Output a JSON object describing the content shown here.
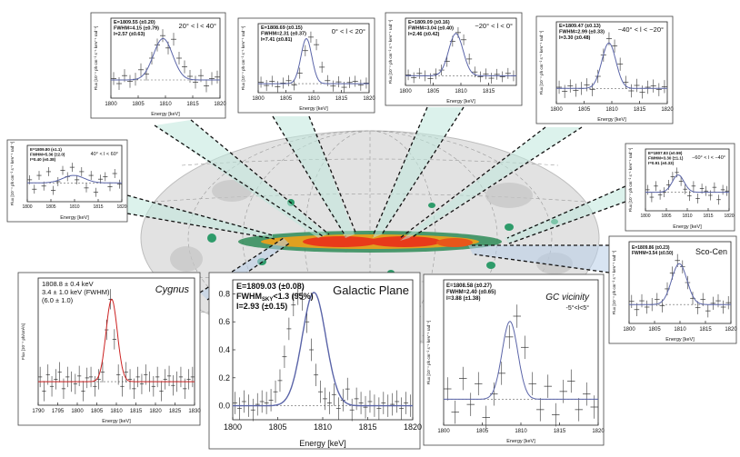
{
  "chart_data": [
    {
      "type": "line",
      "id": "p_20_40",
      "annotation": {
        "lines": [
          "E=1809.55 (±0.20)",
          "FWHM=4.15 (±0.79)",
          "I=2.57 (±0.63)"
        ],
        "range": "20° < l < 40°"
      },
      "xlabel": "Energy [keV]",
      "ylabel": "Flux [10⁻⁴ ph cm⁻² s⁻¹ keV⁻¹ rad⁻¹]",
      "xlim": [
        1800,
        1820
      ],
      "ylim": [
        -0.25,
        0.85
      ],
      "xticks": [
        1800,
        1805,
        1810,
        1815,
        1820
      ],
      "peak": {
        "center": 1809.55,
        "fwhm": 4.15,
        "amp": 0.57
      },
      "measurements": [
        0.02,
        -0.05,
        0.06,
        -0.02,
        0.01,
        0.14,
        0.08,
        0.3,
        0.48,
        0.61,
        0.44,
        0.56,
        0.3,
        0.18,
        0.05,
        -0.03,
        0.06,
        -0.08,
        0.02,
        0.04
      ]
    },
    {
      "type": "line",
      "id": "p_0_20",
      "annotation": {
        "lines": [
          "E=1808.69 (±0.15)",
          "FWHM=2.31 (±0.37)",
          "I=7.41 (±0.81)"
        ],
        "range": "0° < l < 20°"
      },
      "xlabel": "Energy [keV]",
      "ylabel": "Flux [10⁻⁴ ph cm⁻² s⁻¹ keV⁻¹ rad⁻¹]",
      "xlim": [
        1800,
        1820
      ],
      "ylim": [
        -0.3,
        2.0
      ],
      "xticks": [
        1800,
        1805,
        1810,
        1815,
        1820
      ],
      "peak": {
        "center": 1808.69,
        "fwhm": 2.31,
        "amp": 1.5
      },
      "measurements": [
        0.05,
        -0.06,
        0.08,
        -0.1,
        0.02,
        0.1,
        -0.04,
        0.35,
        1.1,
        1.55,
        1.3,
        0.55,
        0.1,
        -0.08,
        0.06,
        -0.12,
        0.04,
        0.08,
        -0.05,
        0.02
      ]
    },
    {
      "type": "line",
      "id": "p_m20_0",
      "annotation": {
        "lines": [
          "E=1809.09 (±0.16)",
          "FWHM=3.04 (±0.40)",
          "I=2.46 (±0.42)"
        ],
        "range": "−20° < l < 0°"
      },
      "xlabel": "Energy [keV]",
      "ylabel": "Flux [10⁻⁴ ph cm⁻² s⁻¹ keV⁻¹ rad⁻¹]",
      "xlim": [
        1800,
        1820
      ],
      "ylim": [
        -0.2,
        1.2
      ],
      "xticks": [
        1800,
        1805,
        1810,
        1815
      ],
      "peak": {
        "center": 1809.09,
        "fwhm": 3.04,
        "amp": 0.88
      },
      "measurements": [
        0.02,
        -0.04,
        0.05,
        0.0,
        -0.06,
        0.04,
        0.12,
        0.3,
        0.72,
        0.9,
        0.75,
        0.35,
        0.08,
        -0.02,
        0.04,
        -0.05,
        0.03,
        -0.02,
        0.05,
        0.0
      ]
    },
    {
      "type": "line",
      "id": "p_m40_m20",
      "annotation": {
        "lines": [
          "E=1809.47 (±0.13)",
          "FWHM=2.99 (±0.33)",
          "I=3.30 (±0.48)"
        ],
        "range": "−40° < l < −20°"
      },
      "xlabel": "Energy [keV]",
      "ylabel": "Flux [10⁻⁴ ph cm⁻² s⁻¹ keV⁻¹ rad⁻¹]",
      "xlim": [
        1800,
        1820
      ],
      "ylim": [
        -0.25,
        1.1
      ],
      "xticks": [
        1800,
        1805,
        1810,
        1815,
        1820
      ],
      "peak": {
        "center": 1809.47,
        "fwhm": 2.99,
        "amp": 0.75
      },
      "measurements": [
        0.02,
        -0.05,
        0.04,
        -0.03,
        0.0,
        0.06,
        -0.02,
        0.2,
        0.55,
        0.82,
        0.7,
        0.4,
        0.1,
        -0.04,
        0.05,
        -0.06,
        0.02,
        0.04,
        -0.02,
        0.03
      ]
    },
    {
      "type": "line",
      "id": "p_40_60",
      "annotation": {
        "lines": [
          "E=1809.80 (±1.1)",
          "FWHM=5.36 (±2.0)",
          "I=0.40 (±0.38)"
        ],
        "range": "40° < l < 60°"
      },
      "xlabel": "Energy [keV]",
      "ylabel": "Flux [10⁻⁴ ph cm⁻² s⁻¹ keV⁻¹ rad⁻¹]",
      "xlim": [
        1800,
        1820
      ],
      "ylim": [
        -0.3,
        0.6
      ],
      "xticks": [
        1800,
        1805,
        1810,
        1815,
        1820
      ],
      "peak": {
        "center": 1809.8,
        "fwhm": 5.36,
        "amp": 0.12
      },
      "measurements": [
        0.05,
        -0.1,
        0.12,
        -0.05,
        0.18,
        -0.12,
        0.02,
        0.2,
        0.1,
        0.25,
        0.05,
        0.18,
        -0.08,
        0.12,
        -0.15,
        0.06,
        0.1,
        -0.06,
        0.15,
        -0.02
      ]
    },
    {
      "type": "line",
      "id": "p_m60_m40",
      "annotation": {
        "lines": [
          "E=1807.83 (±0.59)",
          "FWHM=3.30 (±1.1)",
          "I=0.91 (±0.33)"
        ],
        "range": "−60° < l < −40°"
      },
      "xlabel": "Energy [keV]",
      "ylabel": "Flux [10⁻⁴ ph cm⁻² s⁻¹ keV⁻¹ rad⁻¹]",
      "xlim": [
        1800,
        1820
      ],
      "ylim": [
        -0.3,
        0.7
      ],
      "xticks": [
        1800,
        1805,
        1810,
        1815,
        1820
      ],
      "peak": {
        "center": 1807.83,
        "fwhm": 3.3,
        "amp": 0.28
      },
      "measurements": [
        0.04,
        -0.08,
        0.1,
        -0.04,
        0.0,
        0.12,
        0.25,
        0.32,
        0.18,
        0.05,
        -0.06,
        0.1,
        -0.1,
        0.06,
        0.02,
        -0.05,
        0.08,
        -0.12,
        0.04,
        0.02
      ]
    },
    {
      "type": "line",
      "id": "p_scocen",
      "annotation": {
        "lines": [
          "E=1809.86 (±0.23)",
          "FWHM=3.54 (±0.50)"
        ],
        "range": "Sco-Cen"
      },
      "xlabel": "Energy [keV]",
      "ylabel": "Flux [10⁻⁴ ph cm⁻² s⁻¹ keV⁻¹ rad⁻¹]",
      "xlim": [
        1800,
        1820
      ],
      "ylim": [
        -0.3,
        1.0
      ],
      "xticks": [
        1800,
        1805,
        1810,
        1815,
        1820
      ],
      "peak": {
        "center": 1809.86,
        "fwhm": 3.54,
        "amp": 0.65
      },
      "measurements": [
        0.05,
        -0.08,
        0.06,
        -0.04,
        0.0,
        0.08,
        -0.02,
        0.25,
        0.5,
        0.7,
        0.6,
        0.35,
        0.1,
        -0.05,
        0.08,
        -0.1,
        0.02,
        0.06,
        -0.04,
        0.03
      ]
    },
    {
      "type": "line",
      "id": "p_cygnus",
      "annotation": {
        "lines": [
          "1808.8 ± 0.4 keV",
          "3.4 ± 1.0 keV (FWHM)",
          "(6.0 ± 1.0)"
        ],
        "range": "Cygnus"
      },
      "xlabel": "Energy [keV]",
      "ylabel": "Flux [10⁻⁴ ph/cm²/s]",
      "xlim": [
        1790,
        1830
      ],
      "ylim": [
        -0.5,
        2.2
      ],
      "xticks": [
        1790,
        1795,
        1800,
        1805,
        1810,
        1815,
        1820,
        1825,
        1830
      ],
      "peak": {
        "center": 1808.8,
        "fwhm": 3.4,
        "amp": 1.75
      },
      "measurements": [
        0.1,
        -0.2,
        0.15,
        -0.1,
        0.05,
        0.2,
        -0.15,
        0.1,
        0.0,
        -0.05,
        0.12,
        -0.2,
        0.08,
        0.1,
        -0.1,
        0.05,
        0.2,
        1.1,
        1.75,
        0.9,
        0.15,
        -0.1,
        0.2,
        0.05,
        -0.15,
        0.1,
        -0.05,
        0.15,
        0.0,
        -0.1,
        0.1,
        -0.2,
        0.05,
        0.12,
        -0.08,
        0.0,
        0.1,
        -0.15,
        0.05,
        0.1
      ],
      "fit_color": "#cc2222"
    },
    {
      "type": "line",
      "id": "p_plane",
      "annotation": {
        "lines": [
          "E=1809.03 (±0.08)",
          "FWHM",
          "SKY",
          "<1.3 (95%)",
          "I=2.93 (±0.15)"
        ],
        "range": "Galactic Plane"
      },
      "xlabel": "Energy [keV]",
      "ylabel": "",
      "xlim": [
        1800,
        1820
      ],
      "ylim": [
        -0.1,
        0.9
      ],
      "xticks": [
        1800,
        1805,
        1810,
        1815,
        1820
      ],
      "yticks": [
        0.0,
        0.2,
        0.4,
        0.6,
        0.8
      ],
      "peak": {
        "center": 1809.03,
        "fwhm": 3.1,
        "amp": 0.81
      },
      "measurements": [
        0.02,
        -0.02,
        0.03,
        0.0,
        -0.03,
        0.01,
        0.03,
        0.02,
        0.04,
        0.1,
        0.18,
        0.35,
        0.55,
        0.72,
        0.8,
        0.76,
        0.6,
        0.4,
        0.22,
        0.1,
        0.05,
        0.02,
        0.08,
        -0.02,
        0.04,
        0.12,
        -0.03,
        0.05,
        0.02,
        -0.01,
        0.03,
        0.0,
        -0.02,
        0.02,
        0.0,
        0.01,
        0.03,
        -0.02,
        0.02,
        0.0
      ]
    },
    {
      "type": "line",
      "id": "p_gc",
      "annotation": {
        "lines": [
          "E=1808.58 (±0.27)",
          "FWHM=2.40 (±0.65)",
          "I=3.88 (±1.38)"
        ],
        "range": "GC vicinity",
        "range2": "-5°<l<5°"
      },
      "xlabel": "Energy [keV]",
      "ylabel": "Flux [10⁻⁴ ph cm⁻² s⁻¹ keV⁻¹ rad⁻¹]",
      "xlim": [
        1800,
        1820
      ],
      "ylim": [
        -0.5,
        2.3
      ],
      "xticks": [
        1800,
        1805,
        1810,
        1815,
        1820
      ],
      "peak": {
        "center": 1808.58,
        "fwhm": 2.4,
        "amp": 1.5
      },
      "measurements": [
        0.2,
        -0.25,
        0.4,
        -0.1,
        0.3,
        -0.35,
        0.1,
        0.5,
        1.2,
        1.6,
        1.0,
        0.3,
        -0.2,
        0.25,
        -0.3,
        0.15,
        0.35,
        -0.2,
        0.1,
        -0.15
      ]
    }
  ],
  "sky_map": {
    "description_colors": {
      "plane_core": "#e83a1a",
      "plane_mid": "#f4b400",
      "plane_low": "#2e8b57",
      "sky_bg": "#d9d9d9",
      "cone": "#bfe8dc",
      "cone_blue": "#b8cde8"
    }
  }
}
